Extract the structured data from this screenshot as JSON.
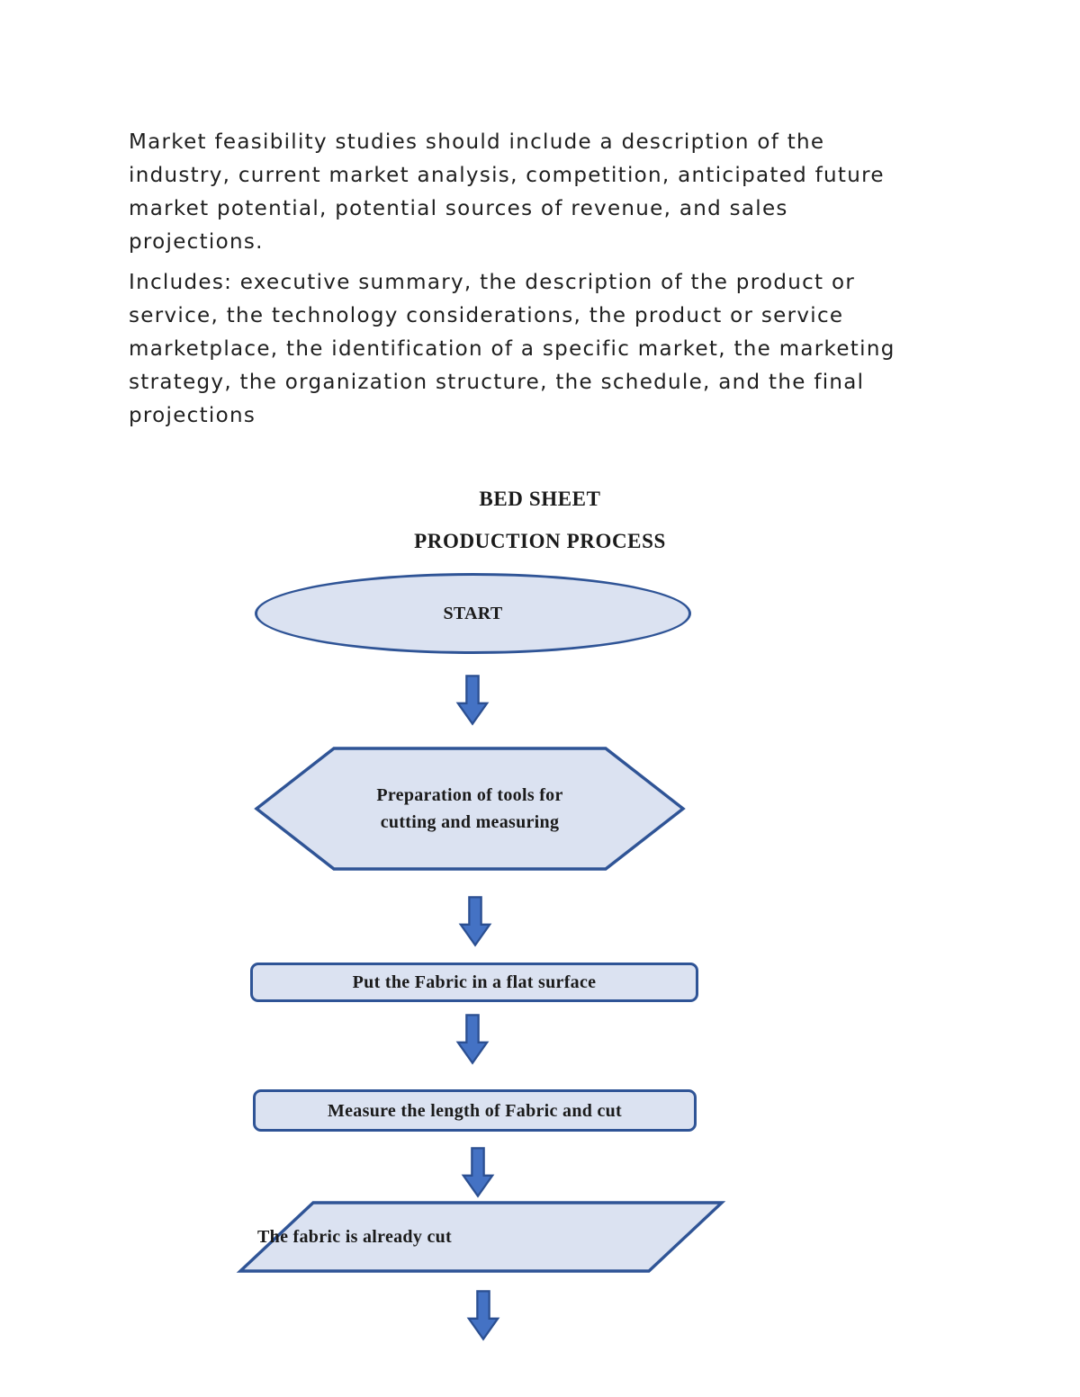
{
  "document": {
    "paragraph1_lines": [
      "Market feasibility studies should include a description of the",
      "industry, current market analysis, competition, anticipated future",
      "market potential, potential sources of revenue, and sales",
      "projections."
    ],
    "paragraph2_lines": [
      "Includes: executive summary, the description of the product or",
      "service, the technology considerations, the product or service",
      "marketplace, the identification of a specific market, the marketing",
      "strategy, the organization structure, the schedule, and the final",
      "projections"
    ]
  },
  "flowchart": {
    "title_line1": "BED SHEET",
    "title_line2": "PRODUCTION PROCESS",
    "colors": {
      "shape_fill": "#dbe2f1",
      "shape_border": "#2f5496",
      "arrow_fill": "#4472c4",
      "arrow_border": "#2b4f91"
    },
    "nodes": [
      {
        "type": "ellipse",
        "label": "START"
      },
      {
        "type": "hexagon",
        "label_line1": "Preparation of tools for",
        "label_line2": "cutting and measuring"
      },
      {
        "type": "rectangle",
        "label": "Put the Fabric in a flat surface"
      },
      {
        "type": "rectangle",
        "label": "Measure the length of Fabric and cut"
      },
      {
        "type": "parallelogram",
        "label": "The fabric is already cut"
      }
    ]
  }
}
